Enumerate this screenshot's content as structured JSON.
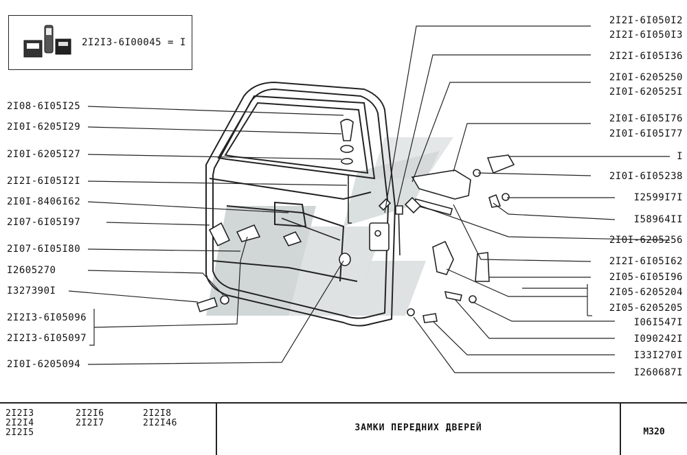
{
  "kit": {
    "text": "2I2I3-6I00045 = I"
  },
  "left_labels": [
    "2I08-6I05I25",
    "2I0I-6205I29",
    "2I0I-6205I27",
    "2I2I-6I05I2I",
    "2I0I-8406I62",
    "2I07-6I05I97",
    "2I07-6I05I80",
    "I2605270",
    "I327390I",
    "2I2I3-6I05096",
    "2I2I3-6I05097",
    "2I0I-6205094"
  ],
  "right_labels": [
    "2I2I-6I050I2",
    "2I2I-6I050I3",
    "2I2I-6I05I36",
    "2I0I-6205250",
    "2I0I-620525I",
    "2I0I-6I05I76",
    "2I0I-6I05I77",
    "I",
    "2I0I-6I05238",
    "I2599I7I",
    "I58964II",
    "2I0I-6205256",
    "2I2I-6I05I62",
    "2I05-6I05I96",
    "2I05-6205204",
    "2I05-6205205",
    "I06I547I",
    "I090242I",
    "I33I270I",
    "I260687I"
  ],
  "footer": {
    "models_col1": [
      "2I2I3",
      "2I2I4",
      "2I2I5"
    ],
    "models_col2": [
      "2I2I6",
      "2I2I7"
    ],
    "models_col3": [
      "2I2I8",
      "2I2I46"
    ],
    "title": "ЗАМКИ  ПЕРЕДНИХ  ДВЕРЕЙ",
    "code": "M320"
  }
}
